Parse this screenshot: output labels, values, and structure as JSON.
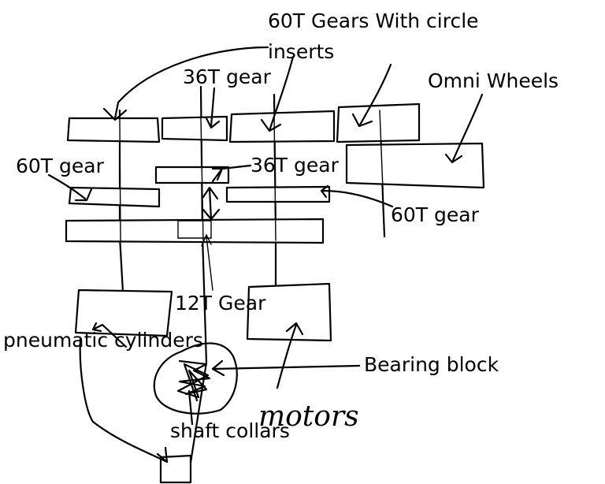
{
  "labels": {
    "gears_60t_circle": "60T Gears With circle",
    "gears_60t_circle_2": "inserts",
    "omni_wheels": "Omni Wheels",
    "gear_36t_top": "36T gear",
    "gear_36t_mid": "36T gear",
    "gear_60t_left": "60T gear",
    "gear_60t_right": "60T gear",
    "gear_12t": "12T Gear",
    "pneumatic": "pneumatic cylinders",
    "bearing_block": "Bearing block",
    "motors": "motors",
    "shaft_collars": "shaft collars"
  }
}
